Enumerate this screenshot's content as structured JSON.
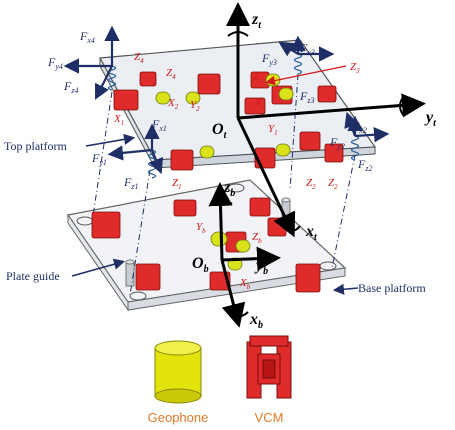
{
  "labels": {
    "zt": "z",
    "zt_sub": "t",
    "yt": "y",
    "yt_sub": "t",
    "xt": "x",
    "xt_sub": "t",
    "ot": "O",
    "ot_sub": "t",
    "zb": "z",
    "zb_sub": "b",
    "yb": "y",
    "yb_sub": "b",
    "xb": "x",
    "xb_sub": "b",
    "ob": "O",
    "ob_sub": "b",
    "fx4": "F",
    "fx4_sub": "x4",
    "fy4": "F",
    "fy4_sub": "y4",
    "fz4": "F",
    "fz4_sub": "z4",
    "fx3": "F",
    "fx3_sub": "x3",
    "fy3": "F",
    "fy3_sub": "y3",
    "fz3": "F",
    "fz3_sub": "z3",
    "fx1": "F",
    "fx1_sub": "x1",
    "fy1": "F",
    "fy1_sub": "y1",
    "fz1": "F",
    "fz1_sub": "z1",
    "fx2": "F",
    "fx2_sub": "x2",
    "fy2": "F",
    "fy2_sub": "y2",
    "fz2": "F",
    "fz2_sub": "z2",
    "red_z4": "Z",
    "red_z4_sub": "4",
    "red_z4b": "Z",
    "red_z4b_sub": "4",
    "red_x1": "X",
    "red_x1_sub": "1",
    "red_x2": "X",
    "red_x2_sub": "2",
    "red_y2": "Y",
    "red_y2_sub": "2",
    "red_z3": "Z",
    "red_z3_sub": "3",
    "red_z3b": "Z",
    "red_z3b_sub": "3",
    "red_x3": "X",
    "red_x3_sub": "3",
    "red_y1": "Y",
    "red_y1_sub": "1",
    "red_z1": "Z",
    "red_z1_sub": "1",
    "red_z2": "Z",
    "red_z2_sub": "2",
    "red_z2b": "Z",
    "red_z2b_sub": "2",
    "red_yb": "Y",
    "red_yb_sub": "b",
    "red_zb": "Z",
    "red_zb_sub": "b",
    "red_xb": "X",
    "red_xb_sub": "b",
    "callout_top": "Top platform",
    "callout_guide": "Plate guide",
    "callout_base": "Base platform"
  },
  "legend": {
    "geophone": "Geophone",
    "vcm": "VCM"
  },
  "colors": {
    "axis": "#000000",
    "force": "#1f2f66",
    "red_label": "#d11a1a",
    "component_red": "#e02b2b",
    "geophone_yellow": "#e3e30c",
    "callout_navy": "#1f2f66",
    "legend_text": "#e07b2a",
    "platform_fill": "#e8ecf2"
  }
}
